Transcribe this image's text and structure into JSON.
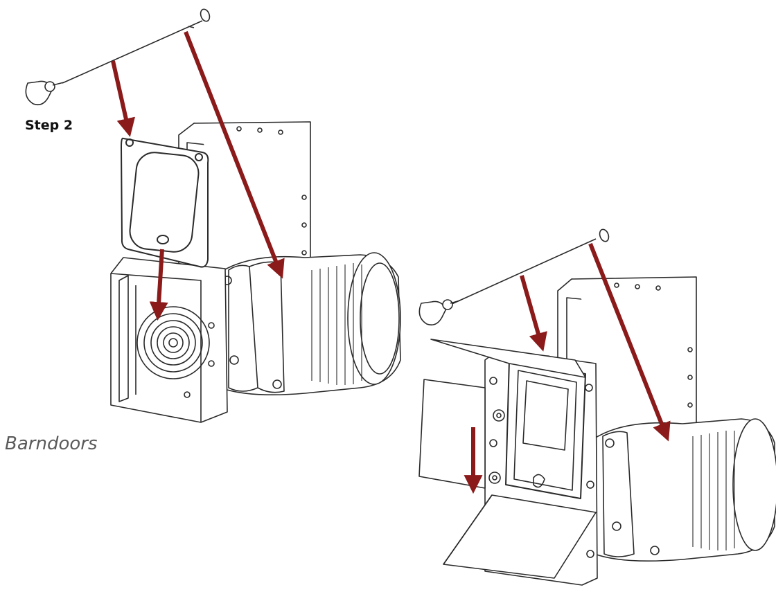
{
  "labels": {
    "step": "Step 2",
    "caption": "Barndoors"
  },
  "colors": {
    "arrow": "#8b1a1a",
    "line": "#2a2a2a",
    "background": "#ffffff"
  },
  "illustrations": [
    {
      "name": "fixture-with-gel-frame",
      "icon": "stage-light-fresnel-icon"
    },
    {
      "name": "fixture-with-barndoors",
      "icon": "stage-light-barndoor-icon"
    }
  ]
}
